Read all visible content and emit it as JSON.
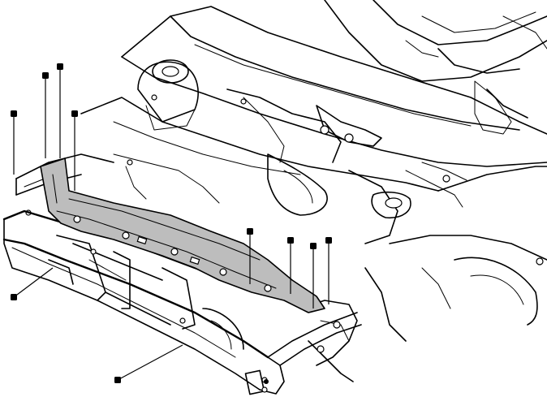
{
  "figure": {
    "subject_icon": "vehicle-front-body-structure-line-art",
    "highlighted_part_icon": "radiator-support-upper-panel",
    "fastener_icon": "bolt-icon",
    "colors": {
      "line": "#000000",
      "background": "#ffffff",
      "highlighted_part_fill": "#bdbdbd"
    },
    "fastener_count": 11
  }
}
